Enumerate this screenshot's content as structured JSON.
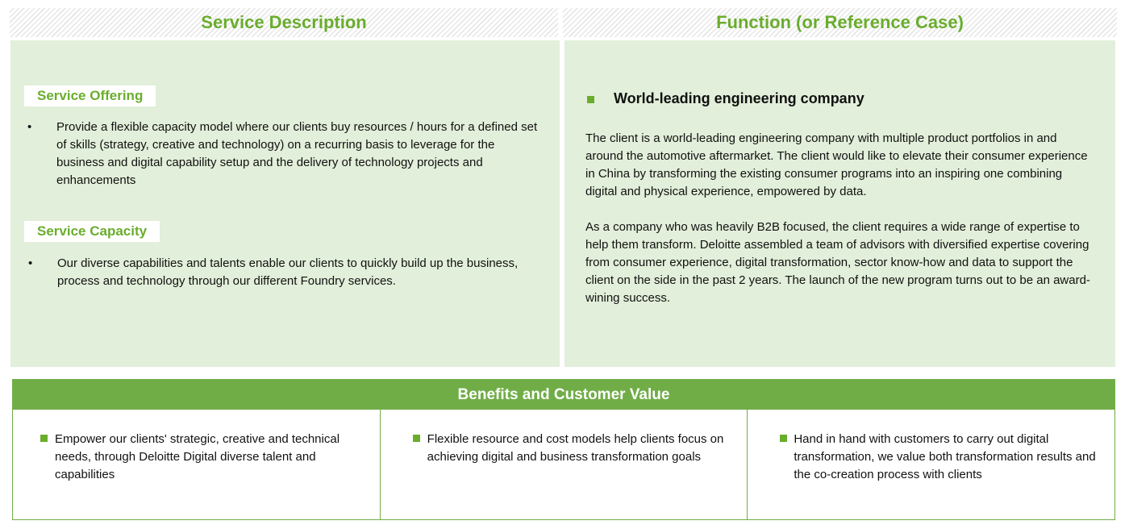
{
  "left": {
    "title": "Service Description",
    "offering": {
      "label": "Service Offering",
      "text": "Provide a flexible capacity model where our clients buy resources / hours for a defined set of skills (strategy, creative and technology) on a recurring basis to leverage for the business and digital capability setup and the delivery of technology projects and enhancements"
    },
    "capacity": {
      "label": "Service Capacity",
      "text": "Our diverse capabilities and talents enable our clients to quickly build up the business, process and technology through our different Foundry services."
    },
    "bullet": "•"
  },
  "right": {
    "title": "Function (or Reference Case)",
    "case_title": "World-leading engineering company",
    "p1": "The client is a world-leading engineering company with multiple product portfolios in and around the automotive aftermarket. The client would like to elevate their consumer experience in China by transforming the existing consumer programs into an inspiring one combining digital and physical experience, empowered by data.",
    "p2": "As a company who was heavily B2B focused, the client requires a wide range of expertise to help them transform. Deloitte assembled a team of advisors with diversified expertise covering from consumer experience, digital transformation, sector know-how and data to support the client on the side in the past 2 years. The launch of the new program turns out to be an award-wining success."
  },
  "benefits": {
    "title": "Benefits and Customer Value",
    "items": [
      "Empower our clients' strategic, creative and technical needs, through Deloitte Digital diverse talent and capabilities",
      "Flexible resource and cost models help clients focus on achieving digital and business transformation goals",
      "Hand in hand with customers to carry out digital transformation, we value both transformation results and the co-creation process with clients"
    ]
  },
  "colors": {
    "accent": "#6aad2d",
    "panel": "#e2efda",
    "band": "#70ad47"
  }
}
